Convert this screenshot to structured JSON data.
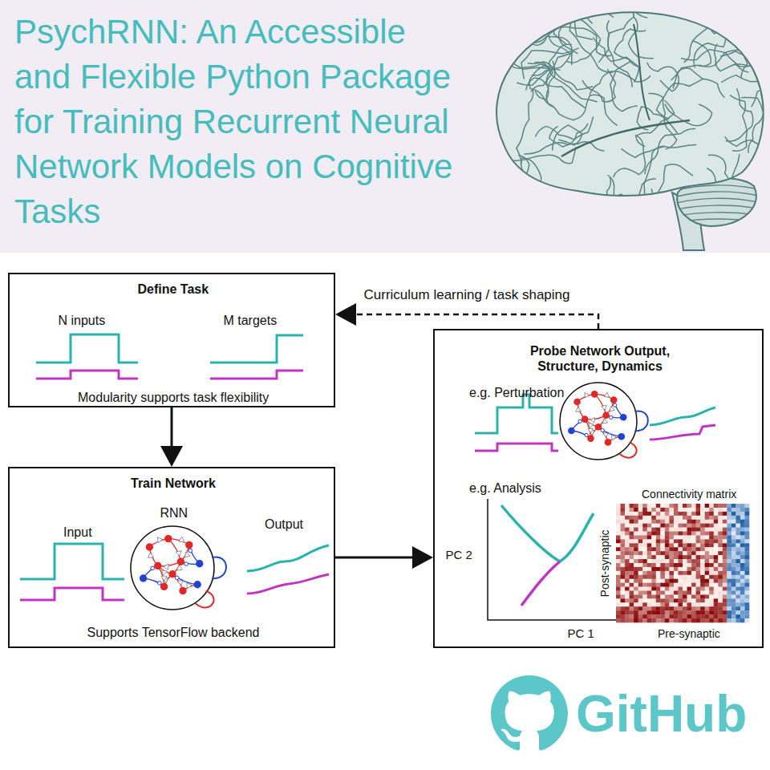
{
  "diagram": {
    "title": "PsychRNN: An Accessible and Flexible Python Package for Training Recurrent Neural Network Models on Cognitive Tasks",
    "nodes": [
      {
        "text": [
          "Define Task",
          "N inputs",
          "M targets",
          "Modularity supports task flexibility"
        ]
      },
      {
        "text": [
          "Train Network",
          "Input",
          "RNN",
          "Output",
          "Supports TensorFlow backend"
        ]
      },
      {
        "text": [
          "Probe Network Output, Structure, Dynamics",
          "e.g. Perturbation",
          "e.g. Analysis",
          "PC 2",
          "PC 1",
          "Connectivity matrix",
          "Post-synaptic",
          "Pre-synaptic"
        ]
      }
    ],
    "edges": [
      {
        "from": 0,
        "to": 1,
        "arrow": "to"
      },
      {
        "from": 1,
        "to": 2,
        "arrow": "to"
      },
      {
        "from": 2,
        "to": 0,
        "arrow": "to",
        "label": "Curriculum learning / task shaping"
      }
    ],
    "labels": [
      "GitHub"
    ]
  }
}
